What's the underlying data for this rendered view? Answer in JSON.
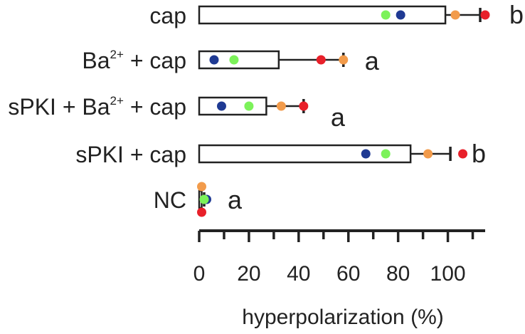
{
  "chart_data": {
    "type": "bar",
    "orientation": "horizontal",
    "title": "",
    "xlabel": "hyperpolarization (%)",
    "ylabel": "",
    "xlim": [
      0,
      115
    ],
    "xticks": [
      0,
      20,
      40,
      60,
      80,
      100
    ],
    "grid": false,
    "legend": "none",
    "colors": {
      "bar_fill": "#ffffff",
      "bar_stroke": "#222222",
      "text": "#222222",
      "points": [
        "#1f3a93",
        "#7cf25a",
        "#f29b4b",
        "#e8202a"
      ]
    },
    "categories": [
      {
        "label": "cap",
        "superscript": "",
        "label_suffix": "",
        "mean": 99,
        "error_high": 113,
        "significance": "b",
        "points": [
          81,
          75,
          103,
          115
        ]
      },
      {
        "label": "Ba",
        "superscript": "2+",
        "label_suffix": " + cap",
        "mean": 32,
        "error_high": 58,
        "significance": "a",
        "points": [
          6,
          14,
          58,
          49
        ]
      },
      {
        "label": "sPKI + Ba",
        "superscript": "2+",
        "label_suffix": " + cap",
        "mean": 27,
        "error_high": 42,
        "significance": "a",
        "points": [
          9,
          20,
          33,
          42
        ]
      },
      {
        "label": "sPKI + cap",
        "superscript": "",
        "label_suffix": "",
        "mean": 85,
        "error_high": 101,
        "significance": "b",
        "points": [
          67,
          75,
          92,
          106
        ]
      },
      {
        "label": "NC",
        "superscript": "",
        "label_suffix": "",
        "mean": 1,
        "error_high": 2,
        "significance": "a",
        "points": [
          3,
          2,
          1,
          1
        ]
      }
    ]
  }
}
